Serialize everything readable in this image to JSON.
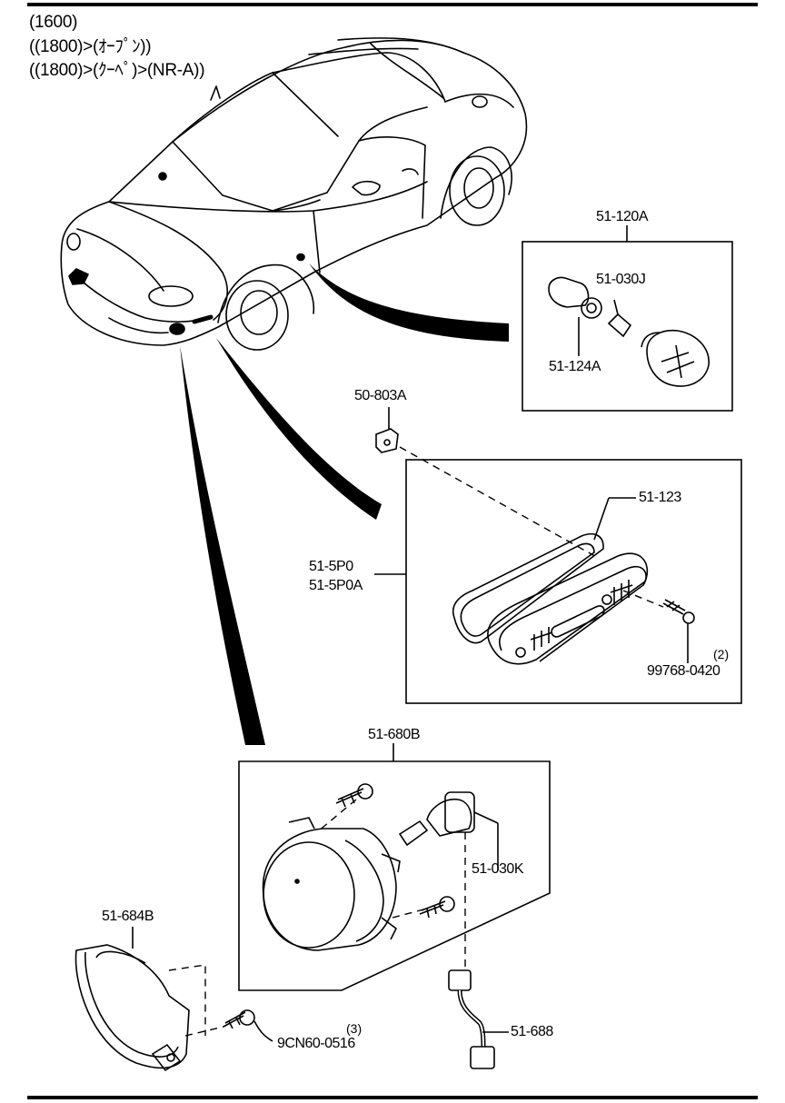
{
  "header": {
    "line1": "(1600)",
    "line2": "((1800)>(ｵｰﾌﾟﾝ))",
    "line3": "((1800)>(ｸｰﾍﾟ)>(NR-A))"
  },
  "parts": {
    "side_turn_assembly": "51-120A",
    "side_turn_bulb": "51-030J",
    "side_turn_socket": "51-124A",
    "clip": "50-803A",
    "side_marker_gasket": "51-123",
    "side_marker_lamp": "51-5P0",
    "side_marker_lamp_alt": "51-5P0A",
    "screw_a": "99768-0420",
    "screw_a_qty": "(2)",
    "fog_lamp_assembly": "51-680B",
    "fog_bulb": "51-030K",
    "fog_bracket": "51-684B",
    "screw_b": "9CN60-0516",
    "screw_b_qty": "(3)",
    "harness": "51-688"
  }
}
